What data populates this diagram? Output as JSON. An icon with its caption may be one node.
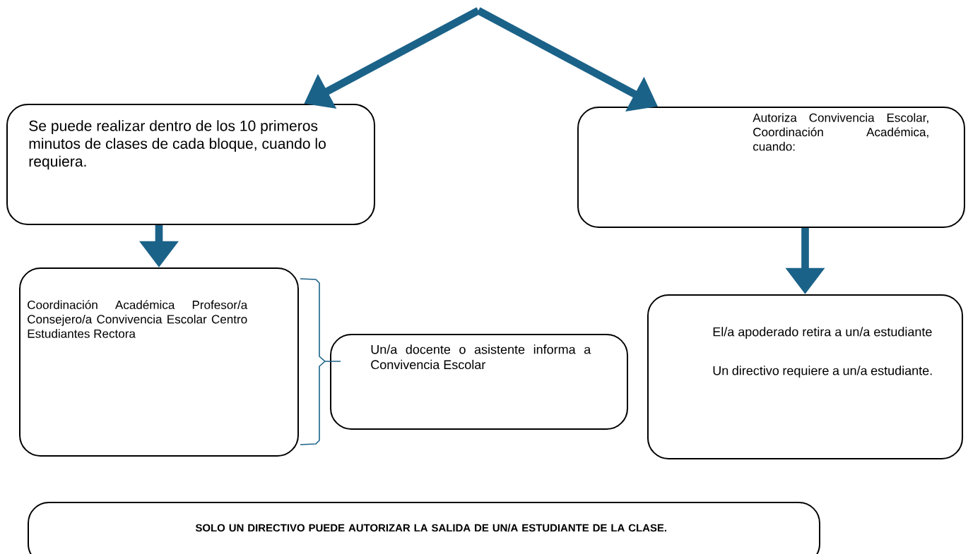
{
  "diagram": {
    "nodes": [
      {
        "text": [
          "Se puede realizar dentro de los 10 primeros minutos de clases de cada bloque, cuando lo requiera."
        ]
      },
      {
        "text": [
          "Autoriza Convivencia Escolar, Coordinación Académica, cuando:"
        ]
      },
      {
        "text": [
          "Coordinación Académica Profesor/a Consejero/a Convivencia Escolar Centro Estudiantes Rectora"
        ]
      },
      {
        "text": [
          "Un/a docente o asistente informa a Convivencia Escolar"
        ]
      },
      {
        "text": [
          "El/a apoderado retira a un/a estudiante",
          "Un directivo requiere a un/a estudiante."
        ]
      },
      {
        "text": [
          "SOLO UN DIRECTIVO PUEDE AUTORIZAR LA SALIDA DE UN/A ESTUDIANTE DE LA CLASE."
        ]
      }
    ],
    "edges": [
      {
        "from": null,
        "to": 0,
        "arrow": "to"
      },
      {
        "from": null,
        "to": 1,
        "arrow": "to"
      },
      {
        "from": 0,
        "to": 2,
        "arrow": "to"
      },
      {
        "from": 1,
        "to": 4,
        "arrow": "to"
      }
    ]
  }
}
